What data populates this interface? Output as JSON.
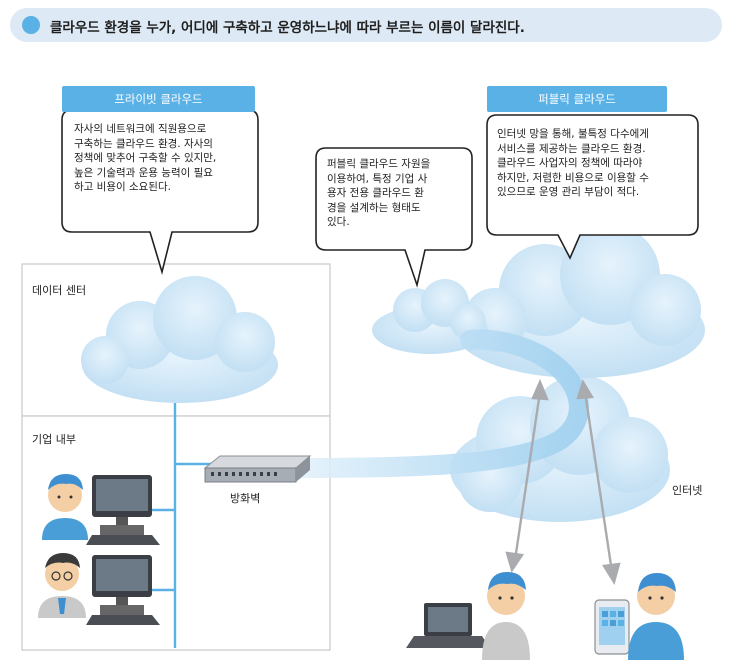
{
  "header": {
    "title": "클라우드 환경을 누가, 어디에 구축하고 운영하느냐에 따라 부르는 이름이 달라진다."
  },
  "private_cloud": {
    "tag": "프라이빗 클라우드",
    "description_lines": [
      "자사의 네트워크에 직원용으로",
      "구축하는 클라우드 환경. 자사의",
      "정책에 맞추어 구축할 수 있지만,",
      "높은 기술력과 운용 능력이 필요",
      "하고 비용이 소요된다."
    ]
  },
  "virtual_private_cloud": {
    "description_lines": [
      "퍼블릭 클라우드 자원을",
      "이용하여, 특정 기업 사",
      "용자 전용 클라우드 환",
      "경을 설계하는 형태도",
      "있다."
    ]
  },
  "public_cloud": {
    "tag": "퍼블릭 클라우드",
    "description_lines": [
      "인터넷 망을 통해, 불특정 다수에게",
      "서비스를 제공하는 클라우드 환경.",
      "클라우드 사업자의 정책에 따라야",
      "하지만, 저렴한 비용으로 이용할 수",
      "있으므로 운영 관리 부담이 적다."
    ]
  },
  "labels": {
    "data_center": "데이터 센터",
    "enterprise": "기업 내부",
    "firewall": "방화벽",
    "internet": "인터넷"
  },
  "colors": {
    "accent": "#5ab1e6",
    "cloud": "#cde6f6",
    "banner_bg": "#dde9f4"
  }
}
